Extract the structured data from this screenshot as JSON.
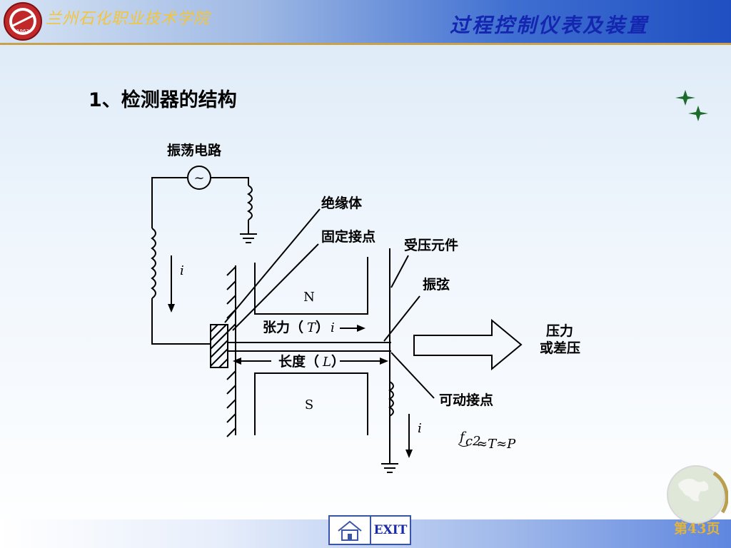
{
  "header": {
    "logo_text": "1963",
    "school_name": "兰州石化职业技术学院",
    "course_title": "过程控制仪表及装置"
  },
  "slide": {
    "title": "1、检测器的结构"
  },
  "diagram": {
    "oscillator_label": "振荡电路",
    "oscillator_symbol": "~",
    "insulator_label": "绝缘体",
    "fixed_contact_label": "固定接点",
    "pressure_element_label": "受压元件",
    "string_label": "振弦",
    "magnet_north": "N",
    "magnet_south": "S",
    "tension_label": "张力（",
    "tension_symbol": "T",
    "tension_close": "）",
    "current_symbol": "i",
    "length_label": "长度（",
    "length_symbol": "L",
    "length_close": "）",
    "pressure_label_line1": "压力",
    "pressure_label_line2": "或差压",
    "movable_contact_label": "可动接点",
    "formula_f": "f",
    "formula_subscript": "c2",
    "formula_rest": "≈T≈P"
  },
  "footer": {
    "home_icon": "home-icon",
    "exit_label": "EXIT",
    "page_label": "第43页"
  },
  "colors": {
    "course_title": "#1426b0",
    "school_name": "#f3c53a",
    "header_rule": "#c8a24a",
    "page_num": "#e2b43a"
  }
}
